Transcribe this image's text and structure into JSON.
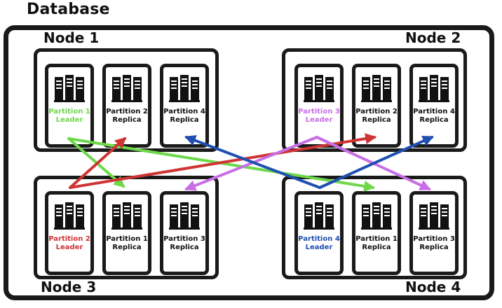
{
  "title": "Database",
  "nodes": [
    {
      "name": "Node 1",
      "servers": [
        {
          "partition": "Partition 1",
          "role": "Leader",
          "color": "#6ed84a"
        },
        {
          "partition": "Partition 2",
          "role": "Replica",
          "color": "#111111"
        },
        {
          "partition": "Partition 4",
          "role": "Replica",
          "color": "#111111"
        }
      ]
    },
    {
      "name": "Node 2",
      "servers": [
        {
          "partition": "Partition 3",
          "role": "Leader",
          "color": "#c86ee6"
        },
        {
          "partition": "Partition 2",
          "role": "Replica",
          "color": "#111111"
        },
        {
          "partition": "Partition 4",
          "role": "Replica",
          "color": "#111111"
        }
      ]
    },
    {
      "name": "Node 3",
      "servers": [
        {
          "partition": "Partition 2",
          "role": "Leader",
          "color": "#cf3434"
        },
        {
          "partition": "Partition 1",
          "role": "Replica",
          "color": "#111111"
        },
        {
          "partition": "Partition 3",
          "role": "Replica",
          "color": "#111111"
        }
      ]
    },
    {
      "name": "Node 4",
      "servers": [
        {
          "partition": "Partition 4",
          "role": "Leader",
          "color": "#1f4fb0"
        },
        {
          "partition": "Partition 1",
          "role": "Replica",
          "color": "#111111"
        },
        {
          "partition": "Partition 3",
          "role": "Replica",
          "color": "#111111"
        }
      ]
    }
  ],
  "arrow_colors": {
    "partition_1": "#6ed84a",
    "partition_2": "#cf3434",
    "partition_3": "#c86ee6",
    "partition_4": "#1f4fb0"
  },
  "icon": "server-rack-icon"
}
